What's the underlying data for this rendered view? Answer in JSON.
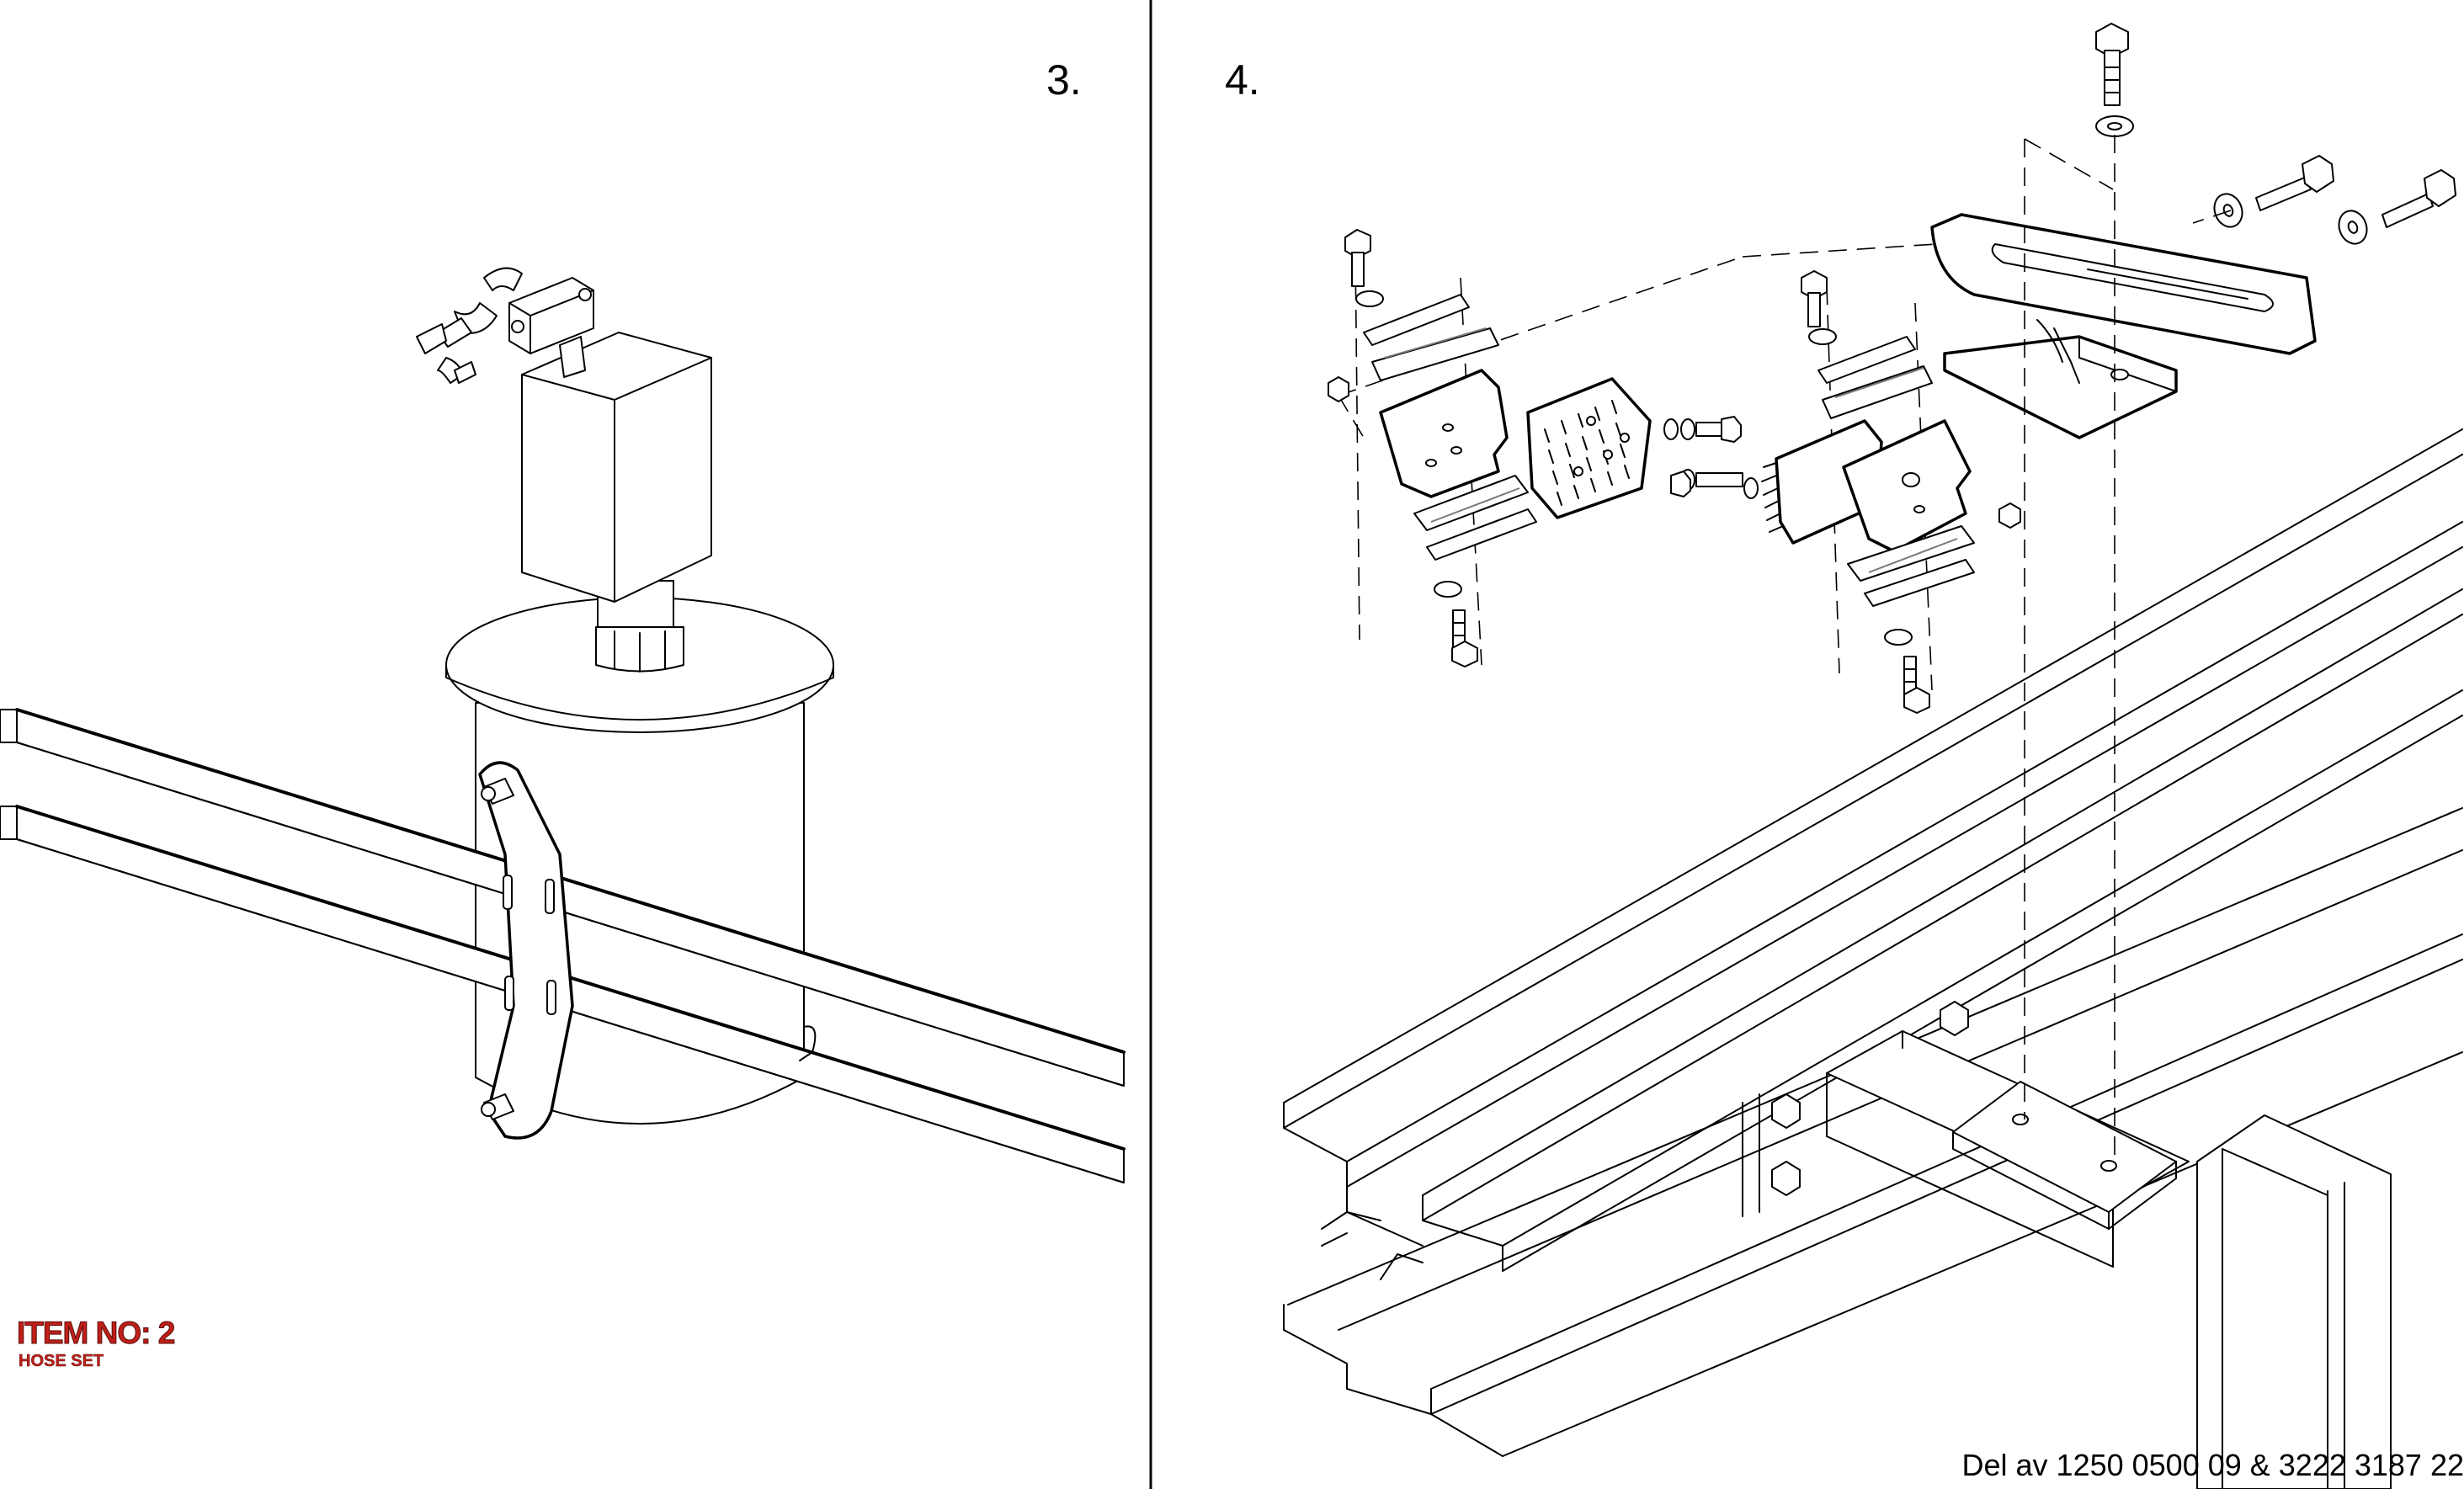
{
  "steps": {
    "left": "3.",
    "right": "4."
  },
  "item": {
    "title": "ITEM NO: 2",
    "subtitle": "HOSE SET"
  },
  "footer": {
    "reference": "Del av 1250 0500 09 & 3222 3187 22"
  },
  "colors": {
    "line": "#000000",
    "item_label": "#c0201a",
    "background": "#ffffff"
  }
}
